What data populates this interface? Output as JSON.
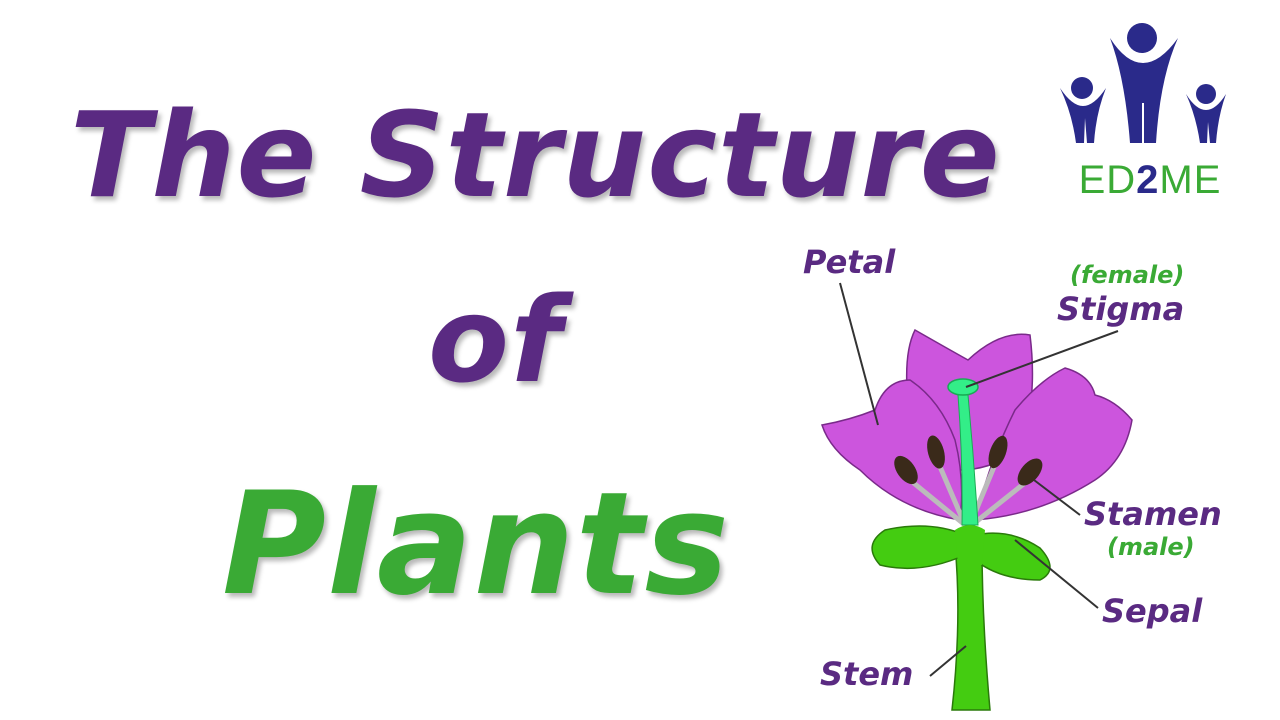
{
  "title": {
    "line1": "The Structure",
    "line2": "of",
    "line3": "Plants"
  },
  "diagram": {
    "labels": {
      "petal": "Petal",
      "stigma_note": "(female)",
      "stigma": "Stigma",
      "stamen": "Stamen",
      "stamen_note": "(male)",
      "sepal": "Sepal",
      "stem": "Stem"
    }
  },
  "logo": {
    "text_part1": "ED",
    "text_part2": "2",
    "text_part3": "ME"
  },
  "colors": {
    "purple": "#5a2a82",
    "green": "#3aaa35",
    "petal": "#cc55dd",
    "petal_outline": "#7a2a8a",
    "stem_green": "#44cc11",
    "stigma_green": "#33ee88",
    "logo_blue": "#2a2a8a",
    "logo_green": "#3aaa35",
    "anther": "#3a2a1a"
  }
}
